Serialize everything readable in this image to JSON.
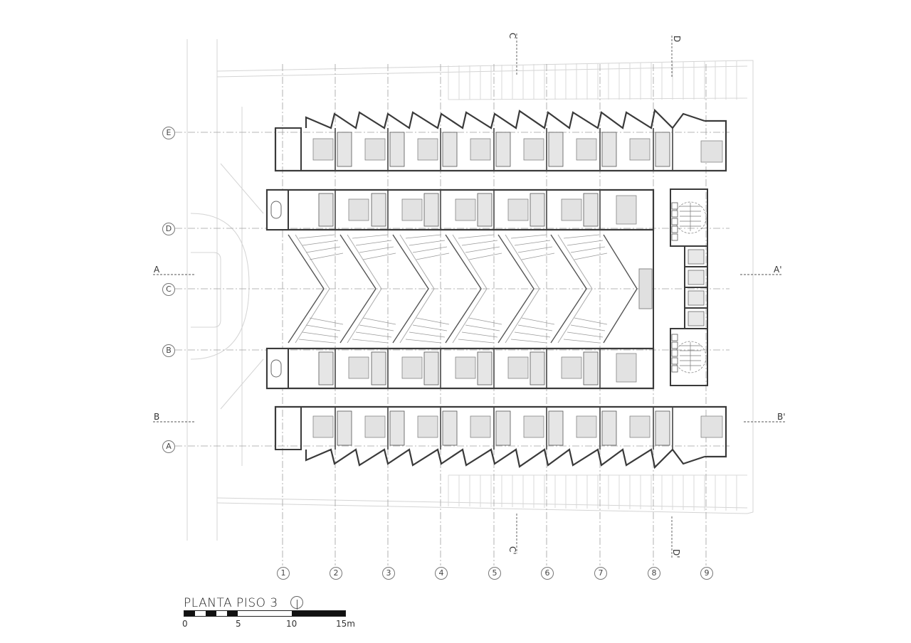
{
  "drawing": {
    "title": "PLANTA PISO 3",
    "scale_bar": {
      "labels": [
        "0",
        "5",
        "10",
        "15m"
      ],
      "unit": "m"
    }
  },
  "grid_columns": [
    "1",
    "2",
    "3",
    "4",
    "5",
    "6",
    "7",
    "8",
    "9"
  ],
  "grid_rows": [
    "E",
    "D",
    "C",
    "B",
    "A"
  ],
  "section_marks": {
    "left": [
      "A",
      "B"
    ],
    "right": [
      "A'",
      "B'"
    ],
    "top": [
      "C",
      "D"
    ],
    "bottom": [
      "C'",
      "D'"
    ]
  },
  "colors": {
    "wall": "#3a3a3a",
    "wall_light": "#777777",
    "fill_grey": "#d9d9d9",
    "grid_line": "#9a9a9a",
    "site_line": "#cfcfcf"
  }
}
